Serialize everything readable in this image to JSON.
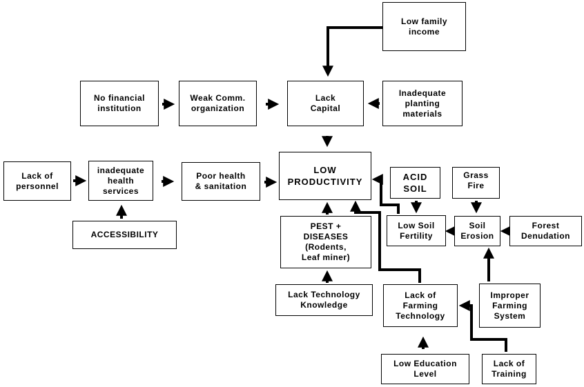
{
  "nodes": {
    "low_family_income": "Low family\nincome",
    "no_financial_institution": "No financial\ninstitution",
    "weak_comm_organization": "Weak Comm.\norganization",
    "lack_capital": "Lack\nCapital",
    "inadequate_planting_materials": "Inadequate\nplanting\nmaterials",
    "lack_of_personnel": "Lack of\npersonnel",
    "inadequate_health_services": "inadequate\nhealth\nservices",
    "poor_health_sanitation": "Poor health\n& sanitation",
    "low_productivity": "LOW\nPRODUCTIVITY",
    "accessibility": "ACCESSIBILITY",
    "acid_soil": "ACID\nSOIL",
    "grass_fire": "Grass\nFire",
    "pest_diseases": "PEST +\nDISEASES\n(Rodents,\nLeaf miner)",
    "low_soil_fertility": "Low Soil\nFertility",
    "soil_erosion": "Soil\nErosion",
    "forest_denudation": "Forest\nDenudation",
    "lack_technology_knowledge": "Lack Technology\nKnowledge",
    "lack_farming_technology": "Lack of\nFarming\nTechnology",
    "improper_farming_system": "Improper\nFarming\nSystem",
    "low_education_level": "Low Education\nLevel",
    "lack_of_training": "Lack of\nTraining"
  },
  "edges": [
    [
      "low_family_income",
      "lack_capital"
    ],
    [
      "no_financial_institution",
      "weak_comm_organization"
    ],
    [
      "weak_comm_organization",
      "lack_capital"
    ],
    [
      "inadequate_planting_materials",
      "lack_capital"
    ],
    [
      "lack_capital",
      "low_productivity"
    ],
    [
      "lack_of_personnel",
      "inadequate_health_services"
    ],
    [
      "inadequate_health_services",
      "poor_health_sanitation"
    ],
    [
      "poor_health_sanitation",
      "low_productivity"
    ],
    [
      "accessibility",
      "inadequate_health_services"
    ],
    [
      "pest_diseases",
      "low_productivity"
    ],
    [
      "lack_technology_knowledge",
      "pest_diseases"
    ],
    [
      "low_soil_fertility",
      "low_productivity"
    ],
    [
      "lack_farming_technology",
      "low_productivity"
    ],
    [
      "acid_soil",
      "low_soil_fertility"
    ],
    [
      "grass_fire",
      "soil_erosion"
    ],
    [
      "soil_erosion",
      "low_soil_fertility"
    ],
    [
      "forest_denudation",
      "soil_erosion"
    ],
    [
      "improper_farming_system",
      "soil_erosion"
    ],
    [
      "lack_of_training",
      "lack_farming_technology"
    ],
    [
      "low_education_level",
      "lack_farming_technology"
    ]
  ]
}
